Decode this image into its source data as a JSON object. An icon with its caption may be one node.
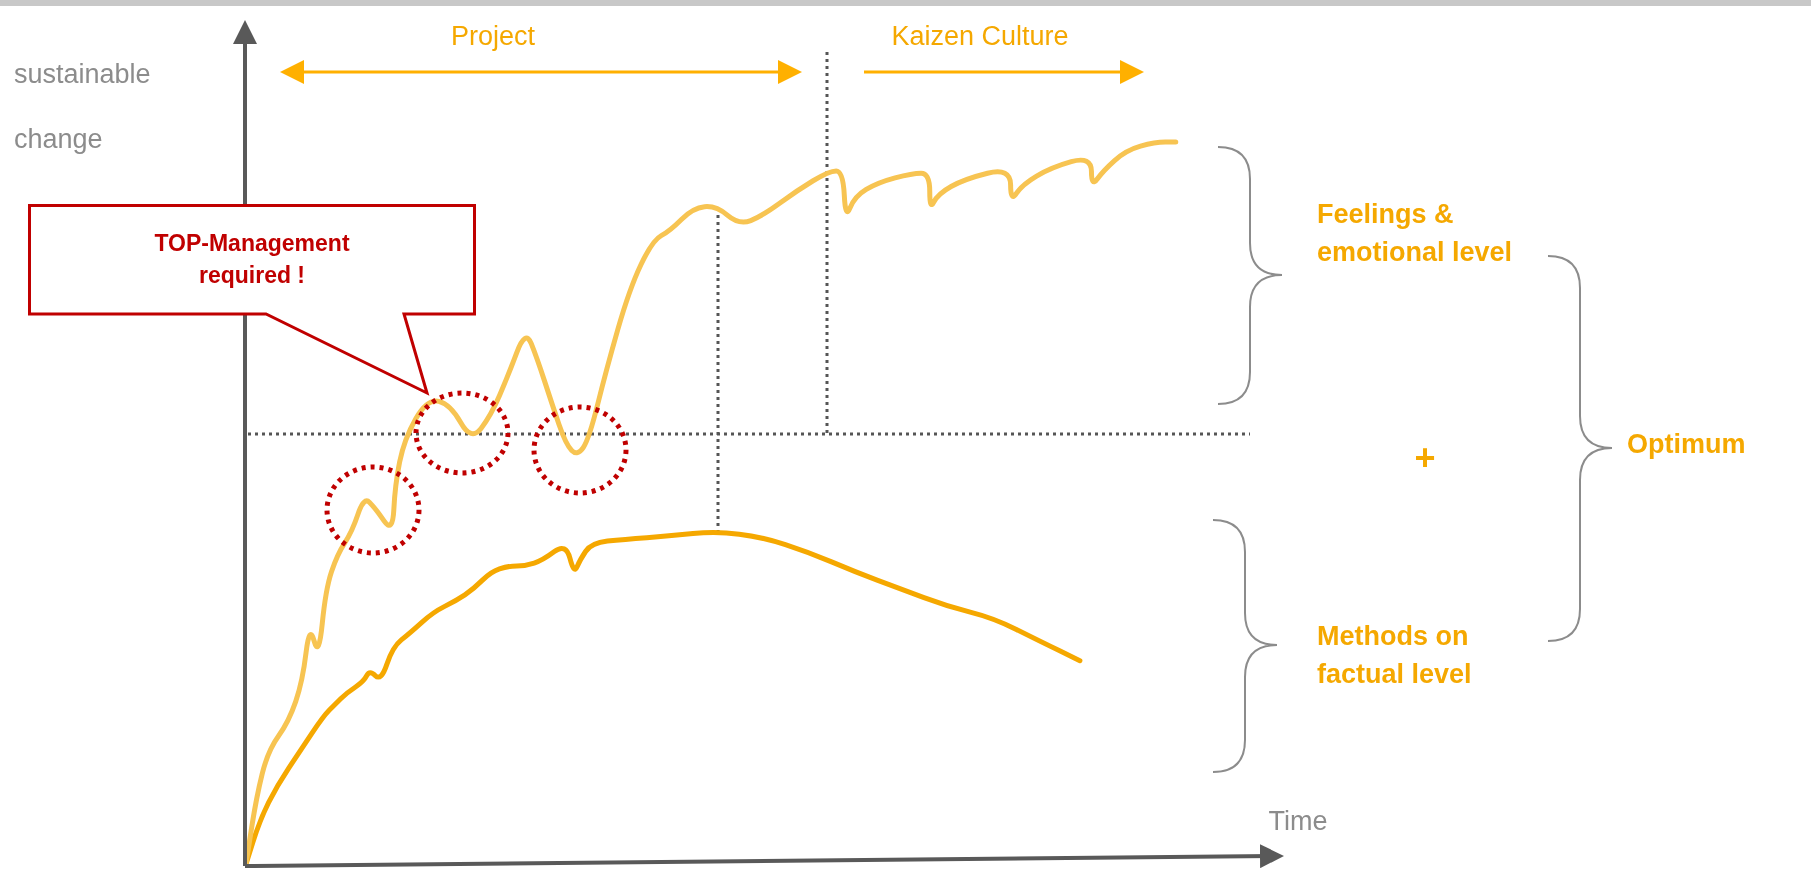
{
  "diagram": {
    "nodes": [
      {
        "text": [
          "TOP-Management required !"
        ]
      }
    ],
    "edges": [],
    "labels": [
      "sustainable change",
      "Project",
      "Kaizen Culture",
      "Feelings & emotional level",
      "+",
      "Optimum",
      "Methods on factual level",
      "Time"
    ]
  }
}
